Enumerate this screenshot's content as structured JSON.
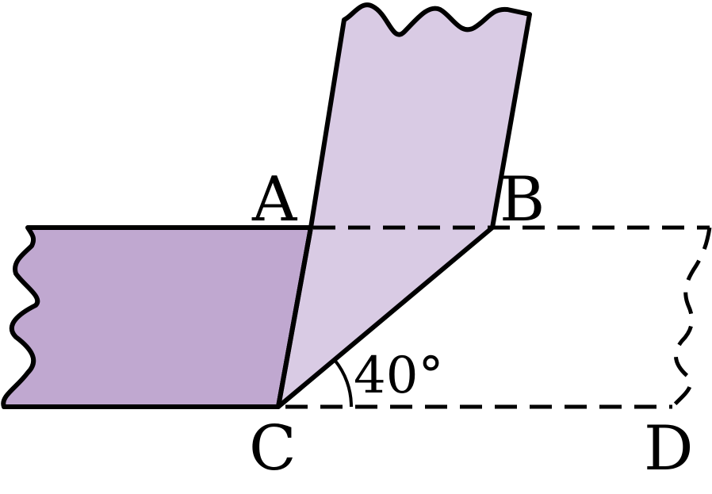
{
  "points": {
    "a": "A",
    "b": "B",
    "c": "C",
    "d": "D"
  },
  "angle_label": "40°",
  "colors": {
    "strip_dark": "#c0a8d0",
    "strip_light": "#d9cbe4",
    "stroke": "#000000",
    "background": "#ffffff"
  }
}
